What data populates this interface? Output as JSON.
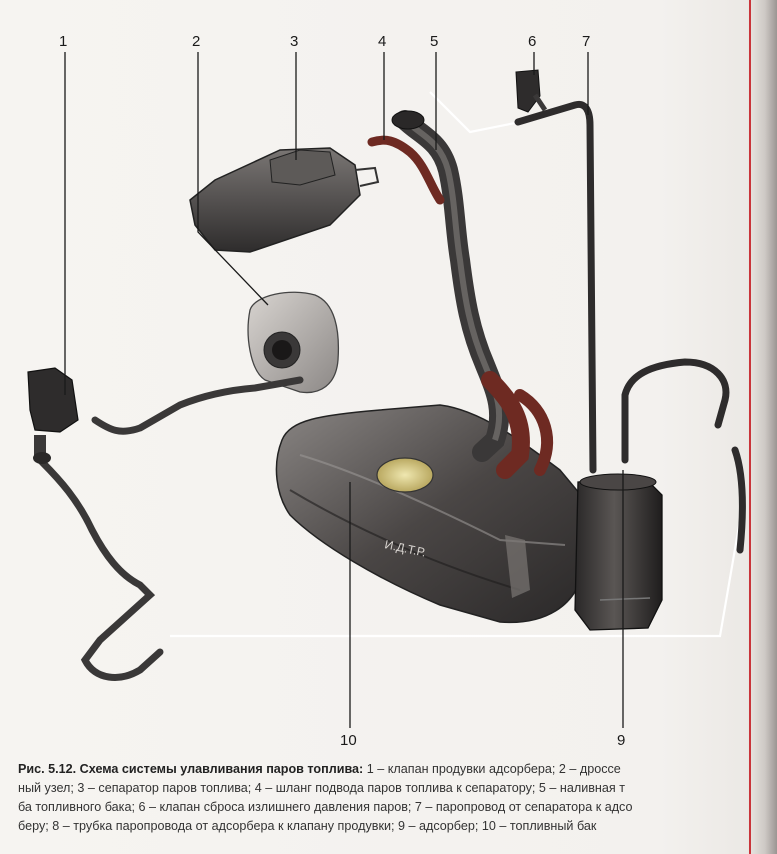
{
  "callouts": [
    {
      "n": "1",
      "label": "1"
    },
    {
      "n": "2",
      "label": "2"
    },
    {
      "n": "3",
      "label": "3"
    },
    {
      "n": "4",
      "label": "4"
    },
    {
      "n": "5",
      "label": "5"
    },
    {
      "n": "6",
      "label": "6"
    },
    {
      "n": "7",
      "label": "7"
    },
    {
      "n": "9",
      "label": "9"
    },
    {
      "n": "10",
      "label": "10"
    }
  ],
  "watermark": "И.Д.Т.Р.",
  "caption": {
    "lead": "Рис. 5.12. Схема системы улавливания паров топлива:",
    "line1_rest": " 1 – клапан продувки адсорбера; 2 – дроссе",
    "line2": "ный узел; 3 – сепаратор паров топлива; 4 – шланг подвода паров топлива к сепаратору; 5 – наливная т",
    "line3": "ба топливного бака; 6 – клапан сброса излишнего давления паров; 7 – паропровод от сепаратора к адсо",
    "line4": "беру; 8 – трубка паропровода от адсорбера к клапану продувки; 9 – адсорбер; 10 – топливный бак"
  },
  "colors": {
    "background": "#f4f2ef",
    "part_dark": "#3a3838",
    "part_mid": "#6b6866",
    "hose_red": "#6e2a22",
    "text": "#1a1a1a"
  }
}
